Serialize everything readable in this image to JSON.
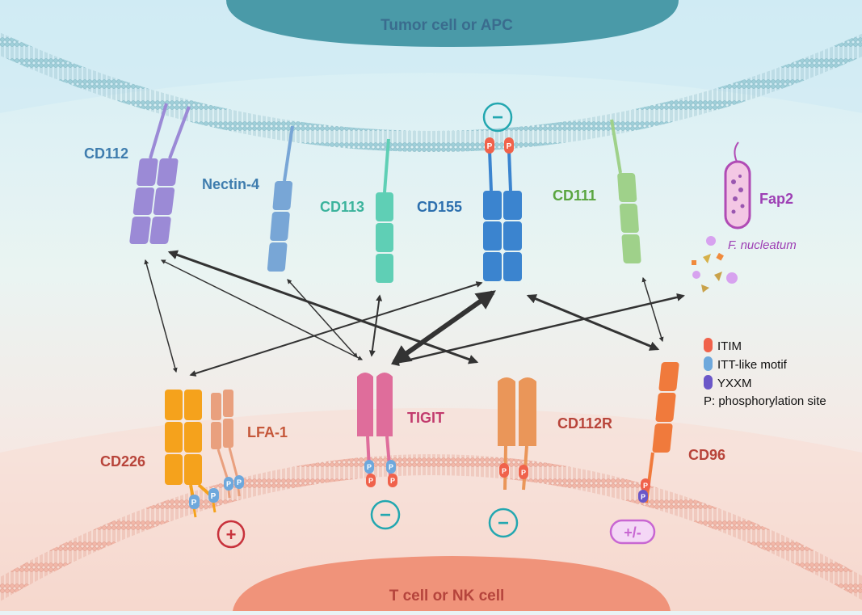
{
  "top_cell": "Tumor cell or APC",
  "bottom_cell": "T cell or NK cell",
  "ligands": {
    "cd112": "CD112",
    "nectin4": "Nectin-4",
    "cd113": "CD113",
    "cd155": "CD155",
    "cd111": "CD111"
  },
  "bacteria": {
    "name": "Fap2",
    "species": "F. nucleatum"
  },
  "receptors": {
    "cd226": "CD226",
    "lfa1": "LFA-1",
    "tigit": "TIGIT",
    "cd112r": "CD112R",
    "cd96": "CD96"
  },
  "signs": {
    "cd155": "−",
    "cd226": "+",
    "tigit": "−",
    "cd112r": "−",
    "cd96": "+/-"
  },
  "phospho_mark": "P",
  "legend": [
    {
      "label": "ITIM",
      "color": "#f0624b"
    },
    {
      "label": "ITT-like motif",
      "color": "#6ea8dc"
    },
    {
      "label": "YXXM",
      "color": "#6b57c8"
    }
  ],
  "legend_note": "P: phosphorylation site",
  "colors": {
    "cd112": "#9b8ad6",
    "nectin4": "#78a6d6",
    "cd113": "#5fcfb5",
    "cd155": "#3b84cf",
    "cd111": "#9fd18a",
    "cd226": "#f5a21c",
    "lfa1": "#e9a07e",
    "tigit": "#df6d9b",
    "cd112r": "#ea9659",
    "cd96": "#f07a3c",
    "fap2": "#9d3fb4",
    "label_blue": "#3f7dae",
    "label_red": "#b8443a",
    "minus": "#23a7b0",
    "plus": "#c8323c"
  }
}
